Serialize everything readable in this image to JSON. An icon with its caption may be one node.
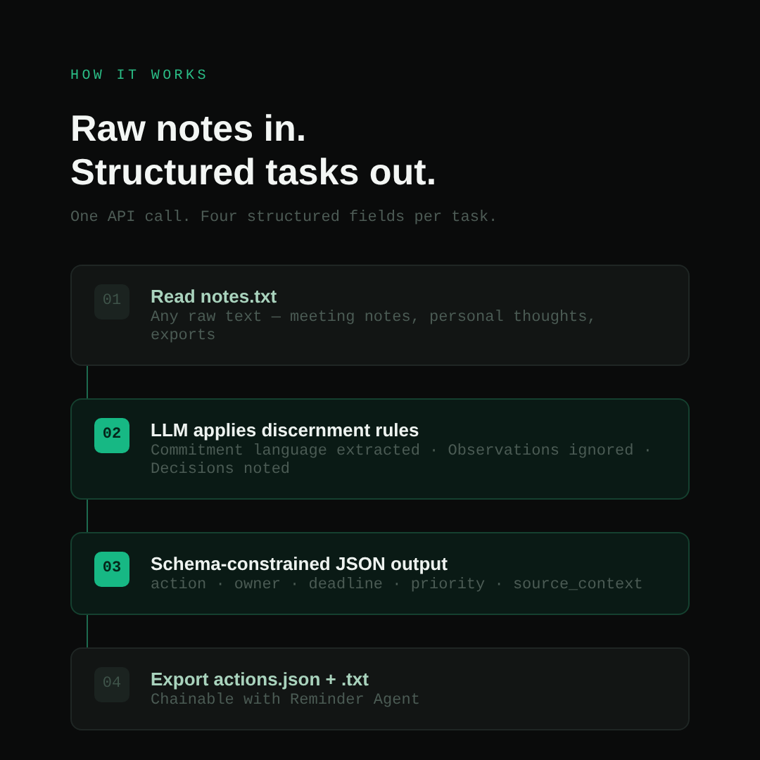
{
  "diagram": {
    "title": "Raw notes in. Structured tasks out.",
    "nodes": [
      {
        "text": [
          "Read notes.txt",
          "Any raw text — meeting notes, personal thoughts, exports"
        ]
      },
      {
        "text": [
          "01"
        ],
        "in": 0
      },
      {
        "text": [
          "LLM applies discernment rules",
          "Commitment language extracted · Observations ignored · Decisions noted"
        ]
      },
      {
        "text": [
          "02"
        ],
        "in": 2
      },
      {
        "text": [
          "Schema-constrained JSON output",
          "action · owner · deadline · priority · source_context"
        ]
      },
      {
        "text": [
          "03"
        ],
        "in": 4
      },
      {
        "text": [
          "Export actions.json + .txt",
          "Chainable with Reminder Agent"
        ]
      },
      {
        "text": [
          "04"
        ],
        "in": 6
      }
    ],
    "edges": [
      {
        "from": 0,
        "to": 2,
        "arrow": "none"
      },
      {
        "from": 2,
        "to": 4,
        "arrow": "none"
      },
      {
        "from": 4,
        "to": 6,
        "arrow": "none"
      }
    ],
    "labels": [
      "HOW IT WORKS",
      "One API call. Four structured fields per task."
    ]
  }
}
